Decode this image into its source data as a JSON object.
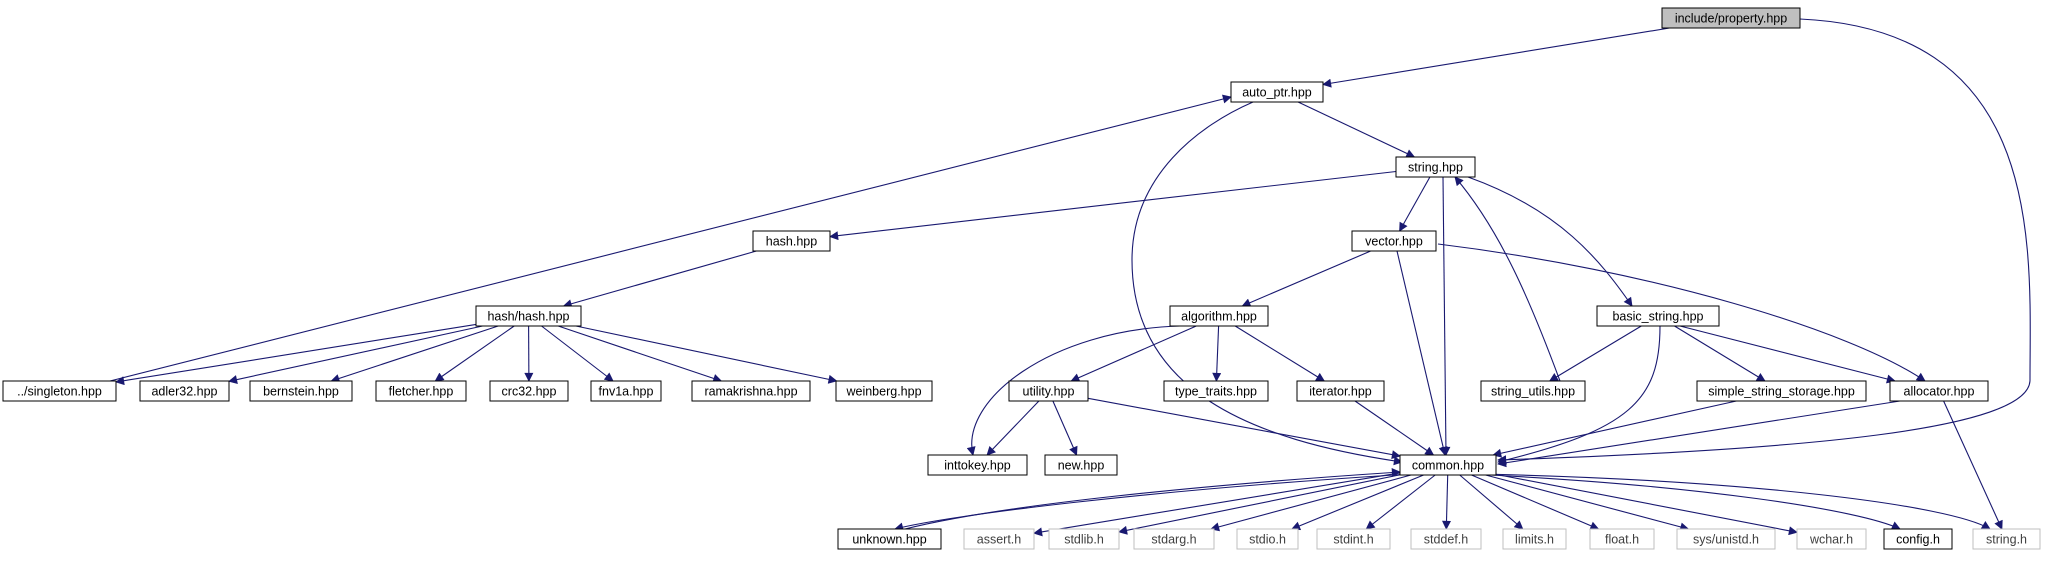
{
  "graph": {
    "colors": {
      "edge": "#191970",
      "border_dark": "#000000",
      "border_light": "#bfbfbf",
      "text_dark": "#000000",
      "text_light": "#404040",
      "root_fill": "#bfbfbf",
      "fill": "#ffffff"
    },
    "nodes": [
      {
        "id": "root",
        "label": "include/property.hpp",
        "style": "root"
      },
      {
        "id": "auto_ptr",
        "label": "auto_ptr.hpp",
        "style": "dark"
      },
      {
        "id": "string",
        "label": "string.hpp",
        "style": "dark"
      },
      {
        "id": "hash",
        "label": "hash.hpp",
        "style": "dark"
      },
      {
        "id": "vector",
        "label": "vector.hpp",
        "style": "dark"
      },
      {
        "id": "hashhash",
        "label": "hash/hash.hpp",
        "style": "dark"
      },
      {
        "id": "algorithm",
        "label": "algorithm.hpp",
        "style": "dark"
      },
      {
        "id": "basic_string",
        "label": "basic_string.hpp",
        "style": "dark"
      },
      {
        "id": "singleton",
        "label": "../singleton.hpp",
        "style": "dark"
      },
      {
        "id": "adler32",
        "label": "adler32.hpp",
        "style": "dark"
      },
      {
        "id": "bernstein",
        "label": "bernstein.hpp",
        "style": "dark"
      },
      {
        "id": "fletcher",
        "label": "fletcher.hpp",
        "style": "dark"
      },
      {
        "id": "crc32",
        "label": "crc32.hpp",
        "style": "dark"
      },
      {
        "id": "fnv1a",
        "label": "fnv1a.hpp",
        "style": "dark"
      },
      {
        "id": "ramakrishna",
        "label": "ramakrishna.hpp",
        "style": "dark"
      },
      {
        "id": "weinberg",
        "label": "weinberg.hpp",
        "style": "dark"
      },
      {
        "id": "utility",
        "label": "utility.hpp",
        "style": "dark"
      },
      {
        "id": "type_traits",
        "label": "type_traits.hpp",
        "style": "dark"
      },
      {
        "id": "iterator",
        "label": "iterator.hpp",
        "style": "dark"
      },
      {
        "id": "string_utils",
        "label": "string_utils.hpp",
        "style": "dark"
      },
      {
        "id": "simple_string_storage",
        "label": "simple_string_storage.hpp",
        "style": "dark"
      },
      {
        "id": "allocator",
        "label": "allocator.hpp",
        "style": "dark"
      },
      {
        "id": "inttokey",
        "label": "inttokey.hpp",
        "style": "dark"
      },
      {
        "id": "new",
        "label": "new.hpp",
        "style": "dark"
      },
      {
        "id": "common",
        "label": "common.hpp",
        "style": "dark"
      },
      {
        "id": "unknown",
        "label": "unknown.hpp",
        "style": "dark"
      },
      {
        "id": "assert",
        "label": "assert.h",
        "style": "light"
      },
      {
        "id": "stdlib",
        "label": "stdlib.h",
        "style": "light"
      },
      {
        "id": "stdarg",
        "label": "stdarg.h",
        "style": "light"
      },
      {
        "id": "stdio",
        "label": "stdio.h",
        "style": "light"
      },
      {
        "id": "stdint",
        "label": "stdint.h",
        "style": "light"
      },
      {
        "id": "stddef",
        "label": "stddef.h",
        "style": "light"
      },
      {
        "id": "limits",
        "label": "limits.h",
        "style": "light"
      },
      {
        "id": "float",
        "label": "float.h",
        "style": "light"
      },
      {
        "id": "sysunistd",
        "label": "sys/unistd.h",
        "style": "light"
      },
      {
        "id": "wchar",
        "label": "wchar.h",
        "style": "light"
      },
      {
        "id": "config",
        "label": "config.h",
        "style": "dark"
      },
      {
        "id": "stringh",
        "label": "string.h",
        "style": "light"
      }
    ],
    "edges": [
      {
        "from": "root",
        "to": "auto_ptr"
      },
      {
        "from": "root",
        "to": "common"
      },
      {
        "from": "auto_ptr",
        "to": "string"
      },
      {
        "from": "auto_ptr",
        "to": "common"
      },
      {
        "from": "string",
        "to": "hash"
      },
      {
        "from": "string",
        "to": "vector"
      },
      {
        "from": "string",
        "to": "common"
      },
      {
        "from": "string",
        "to": "basic_string"
      },
      {
        "from": "hash",
        "to": "hashhash"
      },
      {
        "from": "hashhash",
        "to": "singleton"
      },
      {
        "from": "hashhash",
        "to": "adler32"
      },
      {
        "from": "hashhash",
        "to": "bernstein"
      },
      {
        "from": "hashhash",
        "to": "fletcher"
      },
      {
        "from": "hashhash",
        "to": "crc32"
      },
      {
        "from": "hashhash",
        "to": "fnv1a"
      },
      {
        "from": "hashhash",
        "to": "ramakrishna"
      },
      {
        "from": "hashhash",
        "to": "weinberg"
      },
      {
        "from": "singleton",
        "to": "auto_ptr"
      },
      {
        "from": "vector",
        "to": "algorithm"
      },
      {
        "from": "vector",
        "to": "common"
      },
      {
        "from": "vector",
        "to": "allocator"
      },
      {
        "from": "algorithm",
        "to": "inttokey"
      },
      {
        "from": "algorithm",
        "to": "utility"
      },
      {
        "from": "algorithm",
        "to": "type_traits"
      },
      {
        "from": "algorithm",
        "to": "iterator"
      },
      {
        "from": "utility",
        "to": "inttokey"
      },
      {
        "from": "utility",
        "to": "new"
      },
      {
        "from": "utility",
        "to": "common"
      },
      {
        "from": "iterator",
        "to": "common"
      },
      {
        "from": "basic_string",
        "to": "string_utils"
      },
      {
        "from": "basic_string",
        "to": "simple_string_storage"
      },
      {
        "from": "basic_string",
        "to": "allocator"
      },
      {
        "from": "basic_string",
        "to": "common"
      },
      {
        "from": "string_utils",
        "to": "string"
      },
      {
        "from": "simple_string_storage",
        "to": "common"
      },
      {
        "from": "allocator",
        "to": "common"
      },
      {
        "from": "allocator",
        "to": "stringh"
      },
      {
        "from": "common",
        "to": "unknown"
      },
      {
        "from": "unknown",
        "to": "common"
      },
      {
        "from": "common",
        "to": "assert"
      },
      {
        "from": "common",
        "to": "stdlib"
      },
      {
        "from": "common",
        "to": "stdarg"
      },
      {
        "from": "common",
        "to": "stdio"
      },
      {
        "from": "common",
        "to": "stdint"
      },
      {
        "from": "common",
        "to": "stddef"
      },
      {
        "from": "common",
        "to": "limits"
      },
      {
        "from": "common",
        "to": "float"
      },
      {
        "from": "common",
        "to": "sysunistd"
      },
      {
        "from": "common",
        "to": "wchar"
      },
      {
        "from": "common",
        "to": "config"
      },
      {
        "from": "common",
        "to": "stringh"
      }
    ]
  }
}
